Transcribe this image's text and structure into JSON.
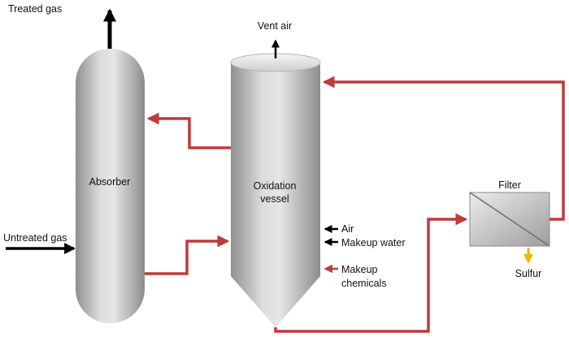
{
  "colors": {
    "process_stream": "#c0393b",
    "input_arrow": "#000000",
    "product_arrow": "#f0b400",
    "vessel_light": "#e4e4e4",
    "vessel_dark": "#9a9a9a"
  },
  "units": {
    "absorber": {
      "label": "Absorber"
    },
    "oxidation_vessel": {
      "label_line1": "Oxidation",
      "label_line2": "vessel"
    },
    "filter": {
      "label": "Filter"
    }
  },
  "streams": {
    "treated_gas": "Treated gas",
    "untreated_gas": "Untreated gas",
    "vent_air": "Vent air",
    "air": "Air",
    "makeup_water": "Makeup water",
    "makeup_chemicals_line1": "Makeup",
    "makeup_chemicals_line2": "chemicals",
    "sulfur": "Sulfur"
  }
}
